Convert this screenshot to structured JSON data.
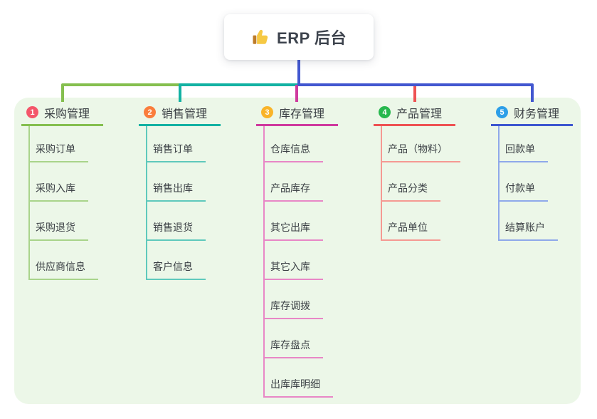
{
  "root": {
    "label": "ERP 后台",
    "icon": "thumbs-up-icon"
  },
  "colors": {
    "canvas_bg": "#ffffff",
    "panel_bg": "#ecf7e8",
    "root_line": "#4257d0",
    "text_dark": "#3d434d",
    "thumb_gold": "#f6c944",
    "thumb_cuff": "#bd7c2a"
  },
  "branches": [
    {
      "index": "1",
      "label": "采购管理",
      "badge_color": "#f4566a",
      "line_color": "#85bf4f",
      "light_color": "#a9d48b",
      "children": [
        "采购订单",
        "采购入库",
        "采购退货",
        "供应商信息"
      ]
    },
    {
      "index": "2",
      "label": "销售管理",
      "badge_color": "#fa7d3c",
      "line_color": "#13b2a3",
      "light_color": "#5fc9bc",
      "children": [
        "销售订单",
        "销售出库",
        "销售退货",
        "客户信息"
      ]
    },
    {
      "index": "3",
      "label": "库存管理",
      "badge_color": "#f9b428",
      "line_color": "#cf3a9e",
      "light_color": "#e887c6",
      "children": [
        "仓库信息",
        "产品库存",
        "其它出库",
        "其它入库",
        "库存调拨",
        "库存盘点",
        "出库库明细"
      ]
    },
    {
      "index": "4",
      "label": "产品管理",
      "badge_color": "#27b84e",
      "line_color": "#ee5253",
      "light_color": "#f59a93",
      "children": [
        "产品（物料）",
        "产品分类",
        "产品单位"
      ]
    },
    {
      "index": "5",
      "label": "财务管理",
      "badge_color": "#2d9fe8",
      "line_color": "#3d57d0",
      "light_color": "#8fa9ea",
      "children": [
        "回款单",
        "付款单",
        "结算账户"
      ]
    }
  ]
}
